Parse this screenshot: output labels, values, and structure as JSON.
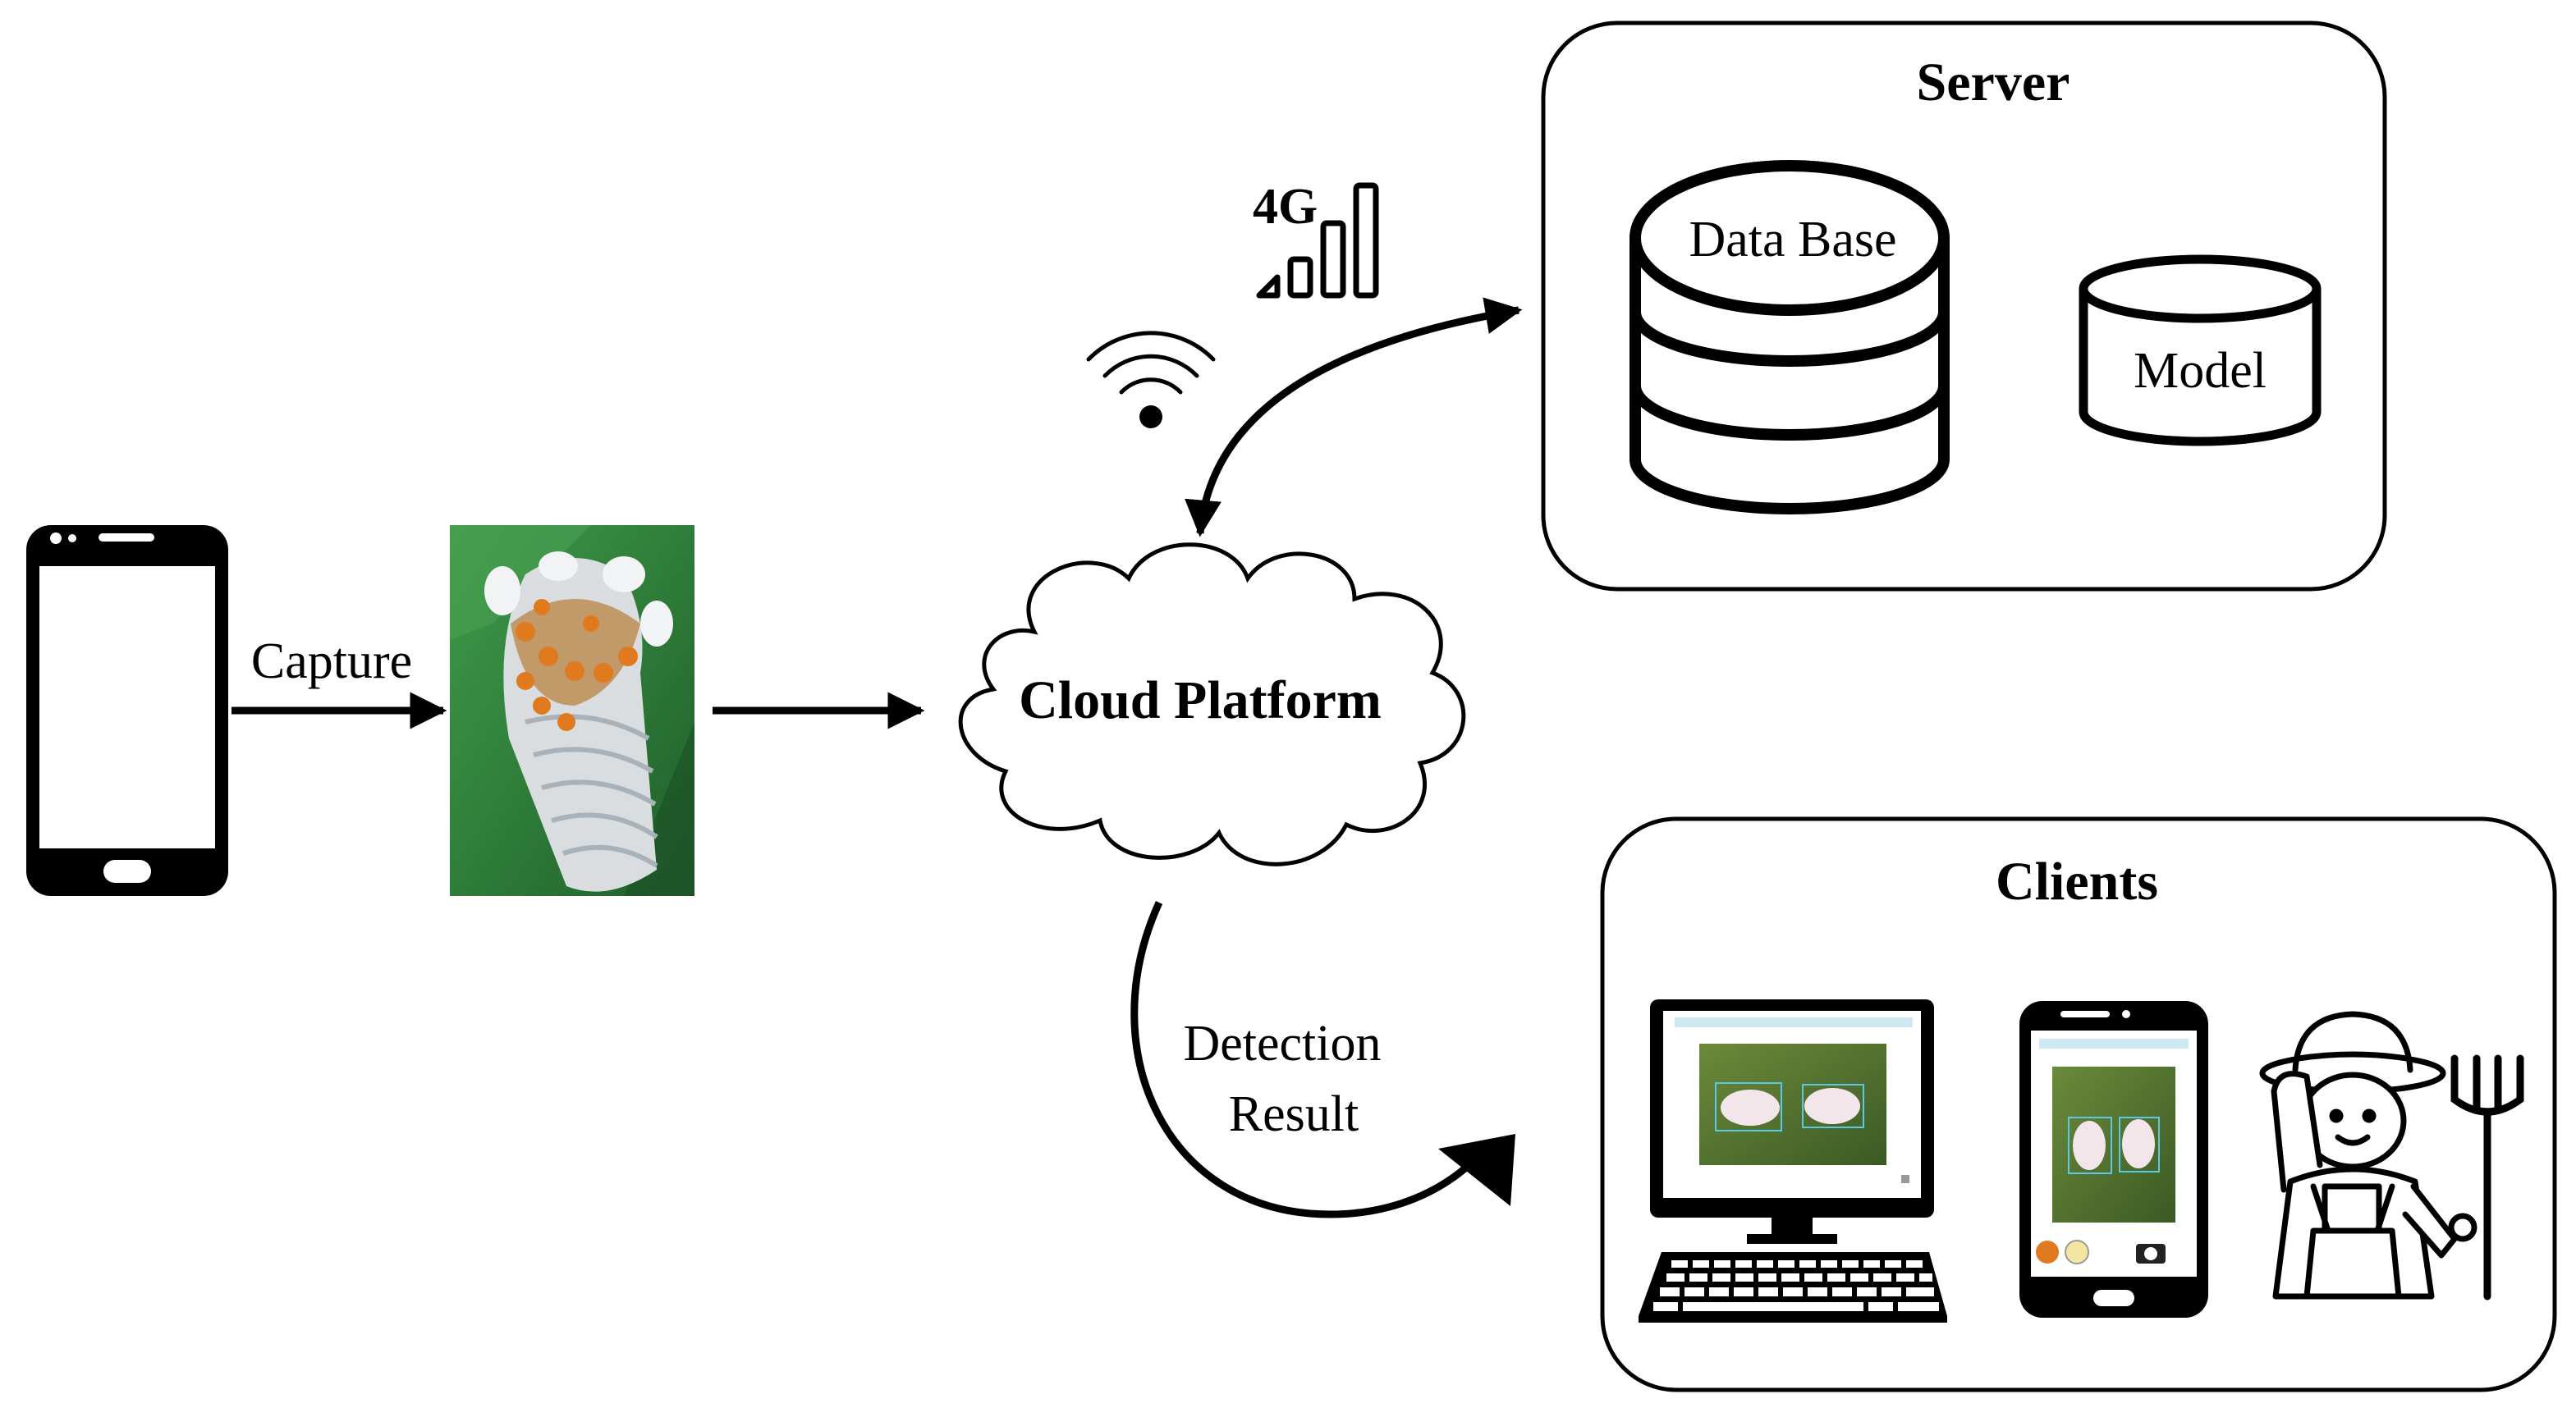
{
  "labels": {
    "capture": "Capture",
    "cloud_platform": "Cloud Platform",
    "server": "Server",
    "database": "Data Base",
    "model": "Model",
    "clients": "Clients",
    "detection_line1": "Detection",
    "detection_line2": "Result",
    "network_4g": "4G"
  },
  "icons": [
    "smartphone-icon",
    "pest-photo",
    "wifi-icon",
    "cellular-4g-icon",
    "cloud-icon",
    "database-icon",
    "model-cylinder-icon",
    "desktop-monitor-icon",
    "keyboard-icon",
    "client-phone-icon",
    "farmer-icon",
    "pitchfork-icon"
  ],
  "colors": {
    "stroke": "#000000",
    "leaf_green": "#2f7d3a",
    "detection_box": "#59c9e6"
  }
}
